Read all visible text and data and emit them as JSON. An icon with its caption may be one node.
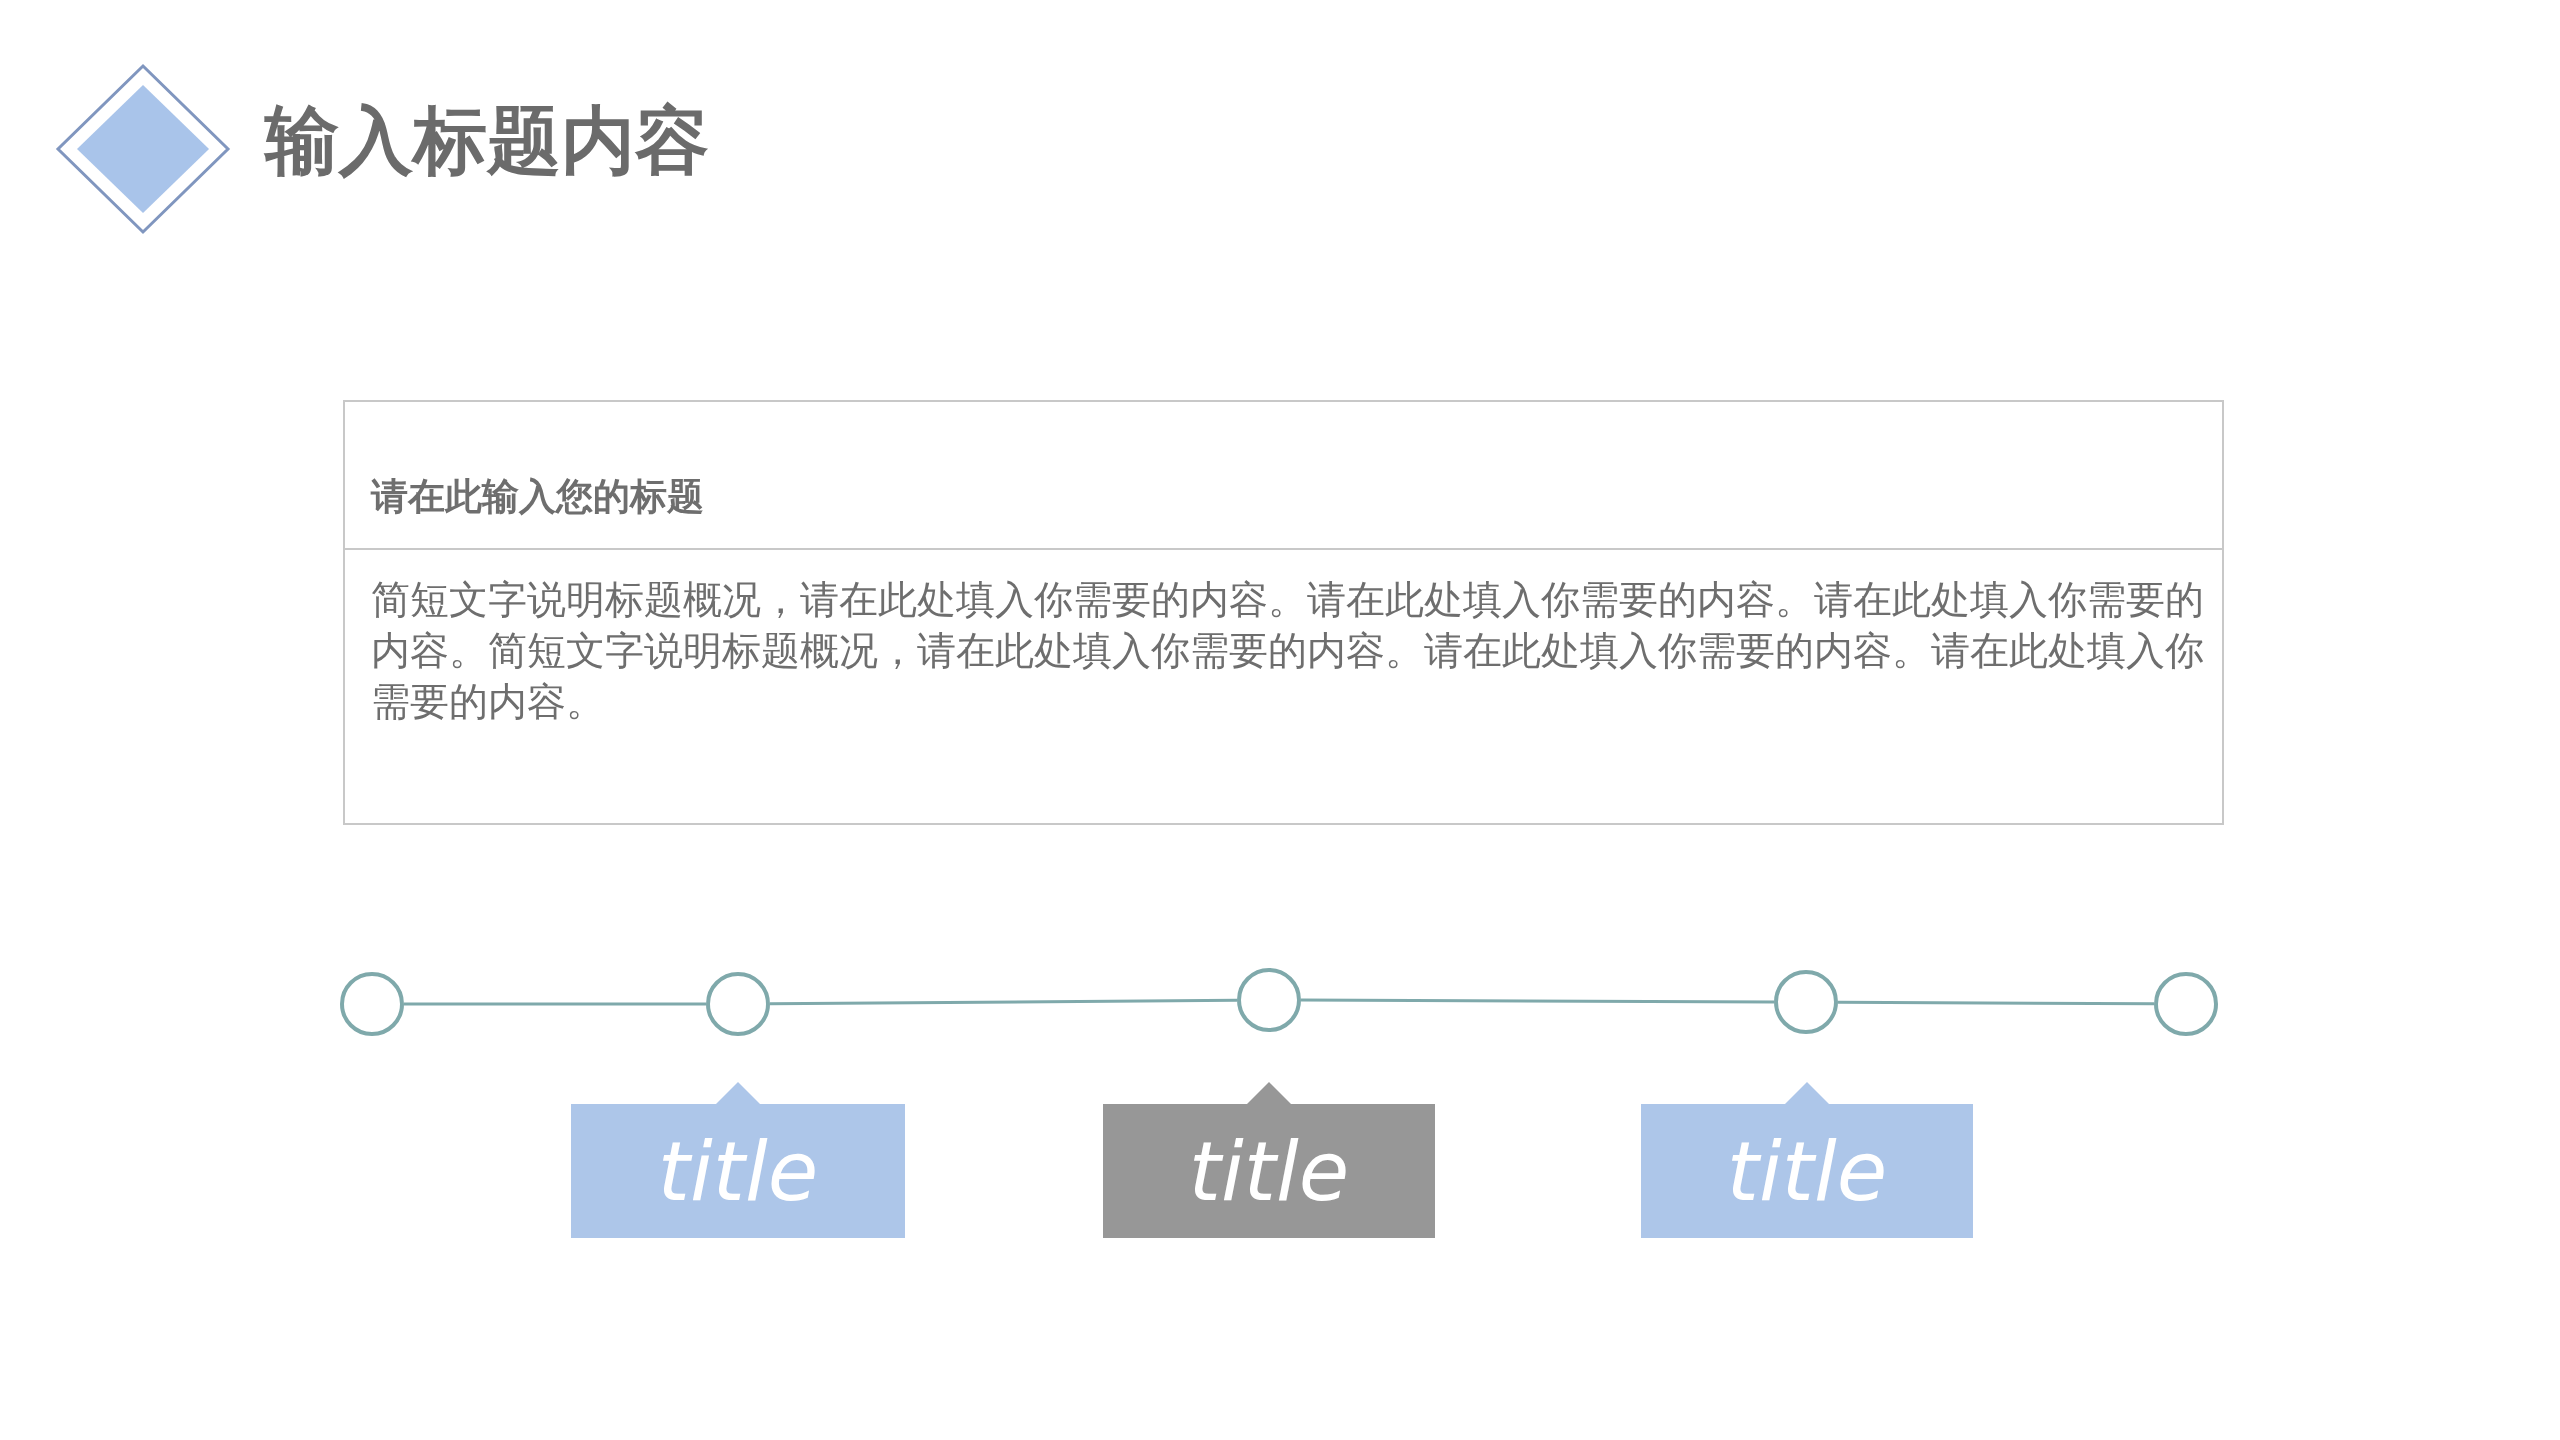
{
  "diagram": {
    "title": "输入标题内容",
    "nodes": [
      {
        "text": [
          "请在此输入您的标题",
          "简短文字说明标题概况，请在此处填入你需要的内容。请在此处填入你需要的内容。请在此处填入你需要的内容。简短文字说明标题概况，请在此处填入你需要的内容。请在此处填入你需要的内容。请在此处填入你需要的内容。"
        ]
      },
      {
        "text": [],
        "shape": "circle"
      },
      {
        "text": [],
        "shape": "circle"
      },
      {
        "text": [],
        "shape": "circle"
      },
      {
        "text": [],
        "shape": "circle"
      },
      {
        "text": [],
        "shape": "circle"
      },
      {
        "text": [
          "title"
        ]
      },
      {
        "text": [
          "title"
        ]
      },
      {
        "text": [
          "title"
        ]
      }
    ],
    "edges": [
      {
        "from": 1,
        "to": 2,
        "arrow": "none"
      },
      {
        "from": 2,
        "to": 3,
        "arrow": "none"
      },
      {
        "from": 3,
        "to": 4,
        "arrow": "none"
      },
      {
        "from": 4,
        "to": 5,
        "arrow": "none"
      }
    ]
  }
}
